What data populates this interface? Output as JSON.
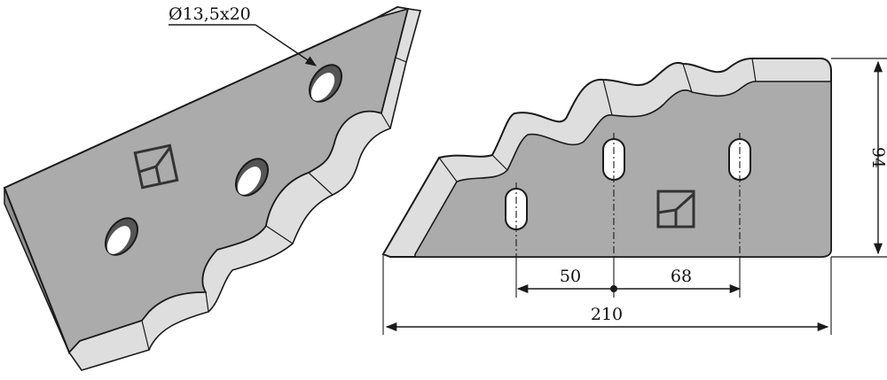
{
  "colors": {
    "plate": "#ababab",
    "edge": "#dedede",
    "outline": "#1a1a1a",
    "hole": "#ffffff",
    "hole_inner": "#555555"
  },
  "annotations": {
    "hole_size": "Ø13,5x20"
  },
  "dimensions": {
    "height": "94",
    "hole_spacing_1": "50",
    "hole_spacing_2": "68",
    "total_length": "210"
  },
  "icons": {
    "logo": "mark-square-icon"
  }
}
